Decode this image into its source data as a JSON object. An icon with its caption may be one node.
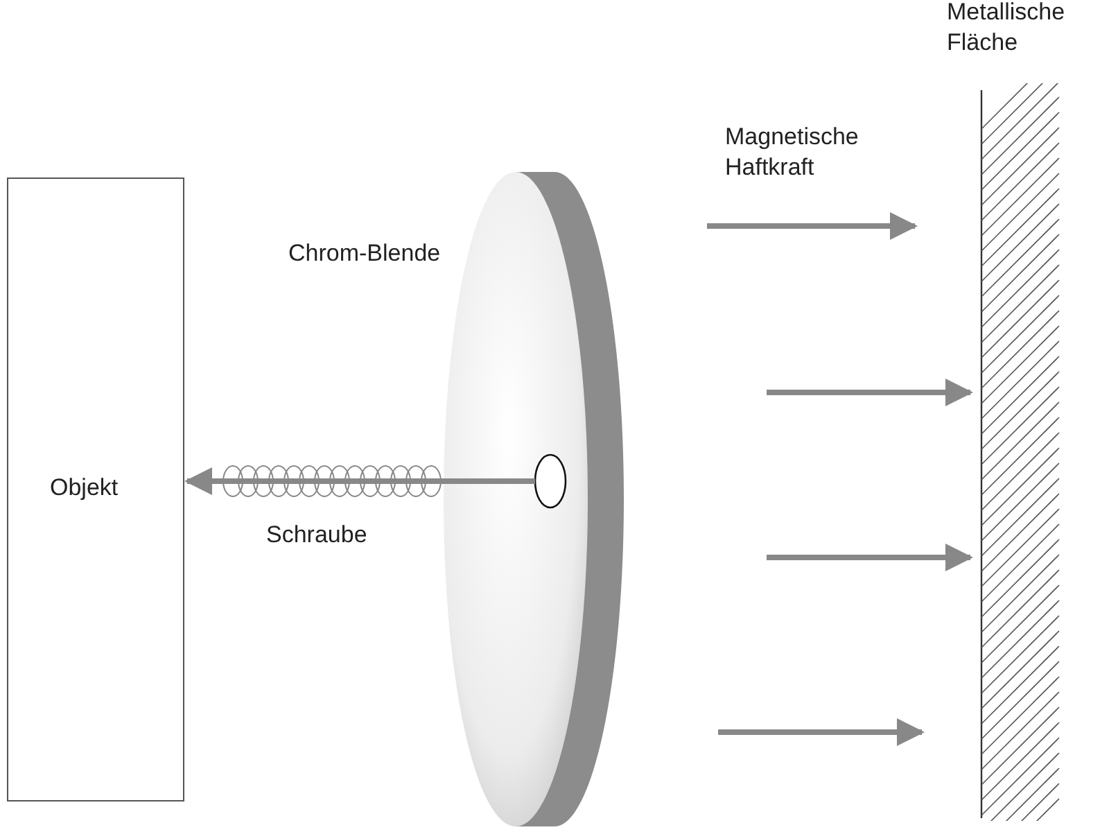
{
  "diagram": {
    "nodes": [
      {
        "text": [
          "Objekt"
        ]
      },
      {
        "text": [
          "Chrom-Blende"
        ]
      },
      {
        "text": [
          "Metallische Fläche"
        ]
      }
    ],
    "edges": [
      {
        "from": 1,
        "to": 0,
        "arrow": "to",
        "label": "Schraube"
      }
    ],
    "labels": [
      "Magnetische Haftkraft"
    ]
  }
}
